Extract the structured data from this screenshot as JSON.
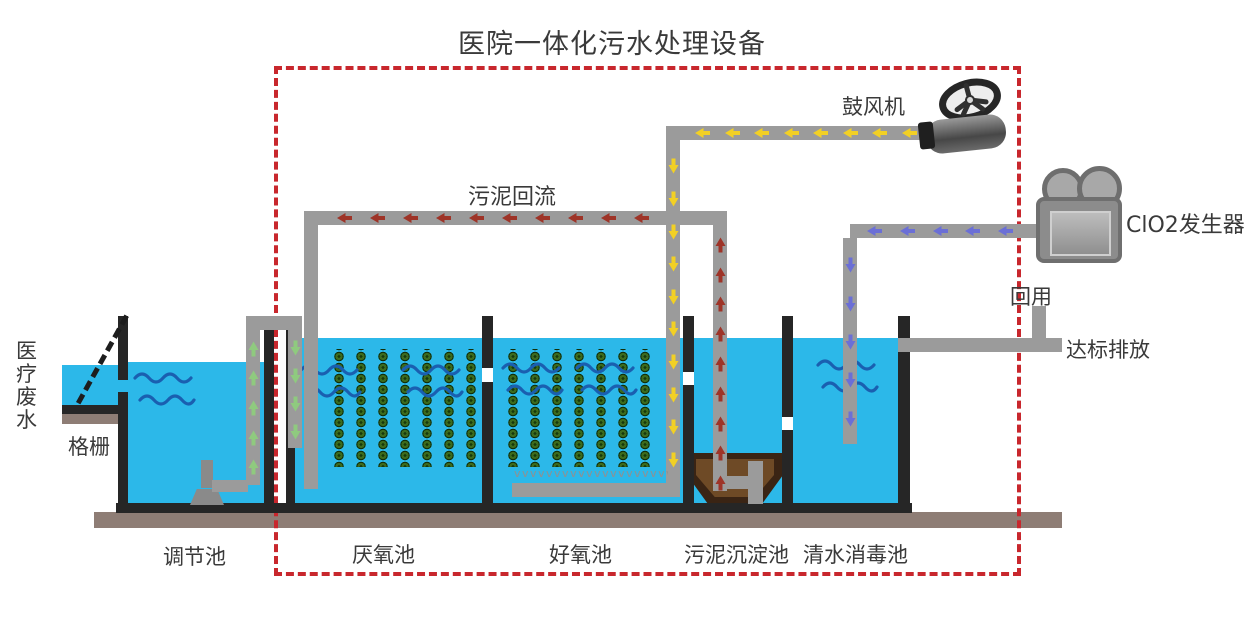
{
  "title": "医院一体化污水处理设备",
  "equipment": {
    "blower": {
      "label": "鼓风机"
    },
    "clo2_generator": {
      "label": "ClO2发生器"
    }
  },
  "inlet": {
    "wastewater_label": "医疗废水",
    "screen_label": "格栅"
  },
  "tanks": [
    {
      "id": "regulation",
      "label": "调节池"
    },
    {
      "id": "anaerobic",
      "label": "厌氧池"
    },
    {
      "id": "aerobic",
      "label": "好氧池"
    },
    {
      "id": "sedimentation",
      "label": "污泥沉淀池"
    },
    {
      "id": "disinfection",
      "label": "清水消毒池"
    }
  ],
  "annotations": {
    "sludge_return": "污泥回流",
    "reuse": "回用",
    "discharge": "达标排放"
  },
  "colors": {
    "water": "#2cb8e9",
    "tank_wall": "#262626",
    "pipe": "#9b9b9b",
    "ground": "#8e7d75",
    "sludge_dark": "#3a2414",
    "sludge_light": "#6e4a26",
    "media_green": "#3c6b1e",
    "wave_blue": "#1a5fb0",
    "arrow_yellow": "#f2d024",
    "arrow_red": "#9e3428",
    "arrow_purple": "#6b6fd6",
    "arrow_green": "#8fca7f",
    "dashed_border": "#c8272d",
    "text": "#3a3a3a"
  },
  "flows": {
    "blower_air_h": {
      "dir": "left",
      "color": "arrow_yellow",
      "count": 8
    },
    "blower_air_v": {
      "dir": "down",
      "color": "arrow_yellow",
      "count": 10
    },
    "sludge_return_h": {
      "dir": "left",
      "color": "arrow_red",
      "count": 10
    },
    "sludge_return_v": {
      "dir": "up",
      "color": "arrow_red",
      "count": 9
    },
    "clo2_h": {
      "dir": "left",
      "color": "arrow_purple",
      "count": 5
    },
    "clo2_v": {
      "dir": "down",
      "color": "arrow_purple",
      "count": 5
    },
    "transfer_up": {
      "dir": "up",
      "color": "arrow_green",
      "count": 5
    },
    "transfer_down": {
      "dir": "down",
      "color": "arrow_green",
      "count": 4
    }
  },
  "aeration_diffuser": {
    "glyph": "v",
    "count": 26
  }
}
